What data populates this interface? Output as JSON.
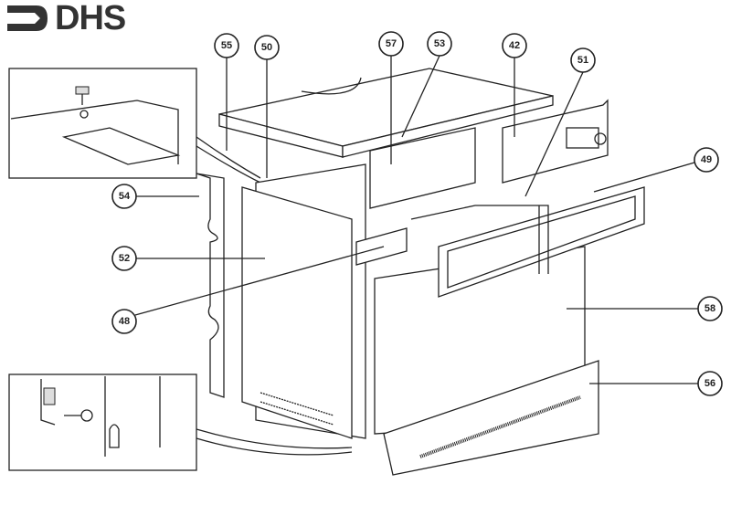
{
  "logo": {
    "text": "DHS"
  },
  "callouts": {
    "c55": "55",
    "c50": "50",
    "c57": "57",
    "c53": "53",
    "c42": "42",
    "c51": "51",
    "c49": "49",
    "c54": "54",
    "c52": "52",
    "c48": "48",
    "c58": "58",
    "c56": "56"
  }
}
